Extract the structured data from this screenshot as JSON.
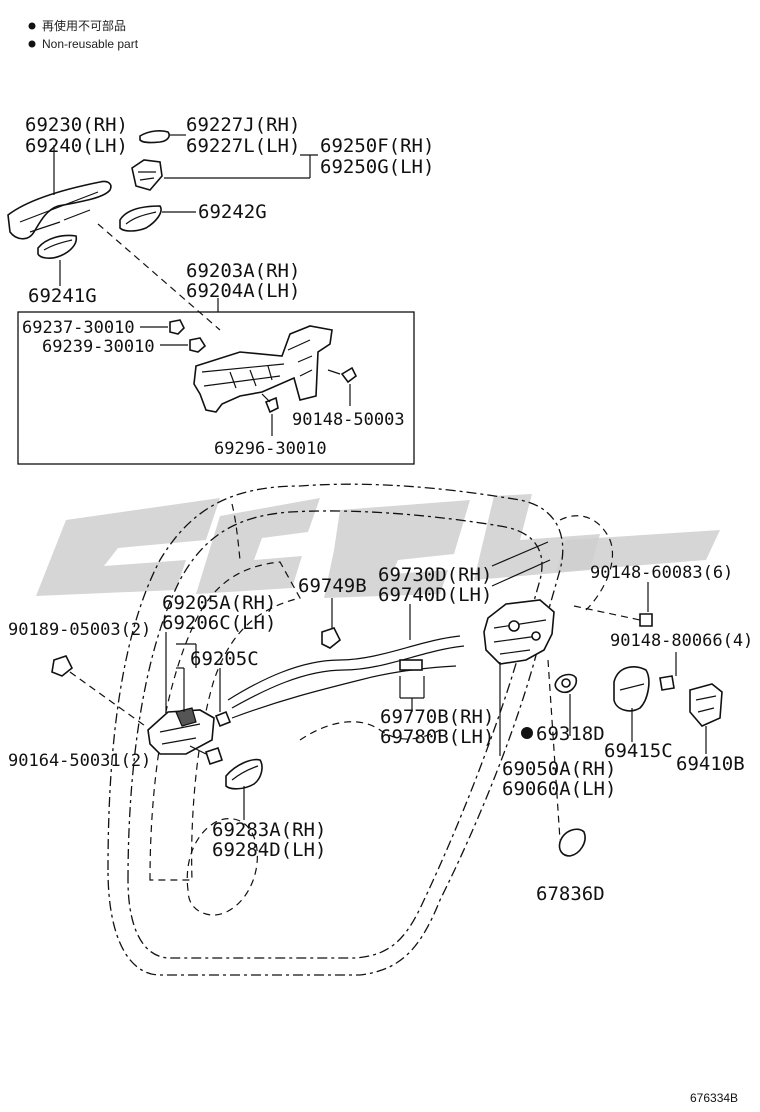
{
  "legend": [
    {
      "text": "再使用不可部品"
    },
    {
      "text": "Non-reusable part"
    }
  ],
  "parts": {
    "p69230": "69230(RH)",
    "p69240": "69240(LH)",
    "p69227J": "69227J(RH)",
    "p69227L": "69227L(LH)",
    "p69250F": "69250F(RH)",
    "p69250G": "69250G(LH)",
    "p69242G": "69242G",
    "p69241G": "69241G",
    "p69203A": "69203A(RH)",
    "p69204A": "69204A(LH)",
    "p69237": "69237-30010",
    "p69239": "69239-30010",
    "p90148_50003": "90148-50003",
    "p69296": "69296-30010",
    "p69749B": "69749B",
    "p69730D": "69730D(RH)",
    "p69740D": "69740D(LH)",
    "p90148_60083": "90148-60083(6)",
    "p90148_80066": "90148-80066(4)",
    "p69205A": "69205A(RH)",
    "p69206C": "69206C(LH)",
    "p69205C": "69205C",
    "p90189": "90189-05003(2)",
    "p90164": "90164-50031(2)",
    "p69770B": "69770B(RH)",
    "p69780B": "69780B(LH)",
    "p69318D": "69318D",
    "p69050A": "69050A(RH)",
    "p69060A": "69060A(LH)",
    "p69415C": "69415C",
    "p69410B": "69410B",
    "p69283A": "69283A(RH)",
    "p69284D": "69284D(LH)",
    "p67836D": "67836D"
  },
  "illustration_id": "676334B",
  "colors": {
    "ink": "#111111",
    "watermark": "#cfcfcf",
    "background": "#ffffff"
  }
}
